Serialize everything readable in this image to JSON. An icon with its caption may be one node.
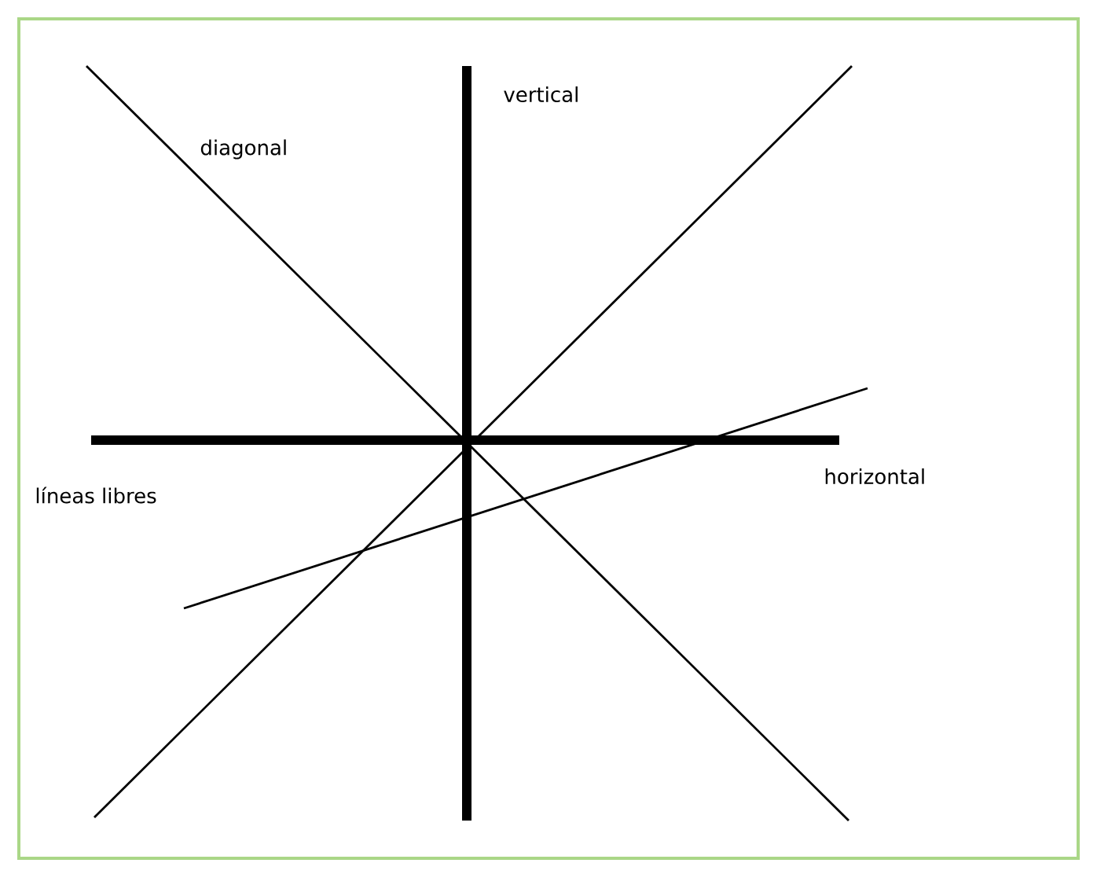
{
  "diagram": {
    "labels": [
      "vertical",
      "diagonal",
      "horizontal",
      "líneas libres"
    ]
  }
}
